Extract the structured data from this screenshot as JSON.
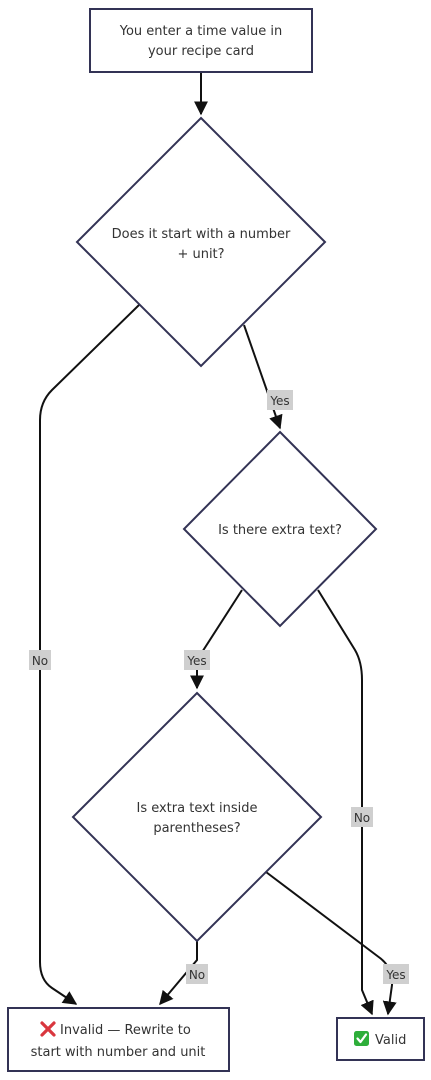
{
  "nodes": {
    "start": {
      "line1": "You enter a time value in",
      "line2": "your recipe card"
    },
    "q_number_unit": {
      "line1": "Does it start with a number",
      "line2": "+ unit?"
    },
    "q_extra_text": {
      "line1": "Is there extra text?"
    },
    "q_parentheses": {
      "line1": "Is extra text inside",
      "line2": "parentheses?"
    },
    "invalid": {
      "line1": "Invalid — Rewrite to",
      "line2": "start with number and unit",
      "icon": "cross-mark-icon"
    },
    "valid": {
      "line1": "Valid",
      "icon": "check-mark-icon"
    }
  },
  "edge_labels": {
    "q1_yes": "Yes",
    "q1_no": "No",
    "q2_yes": "Yes",
    "q2_no": "No",
    "q3_no": "No",
    "q3_yes": "Yes"
  },
  "colors": {
    "node_fill": "#ffffff",
    "node_stroke": "#333355",
    "edge": "#111111",
    "label_bg": "#cfcfcf",
    "cross_red": "#d9363e",
    "check_green": "#2eae3a"
  }
}
